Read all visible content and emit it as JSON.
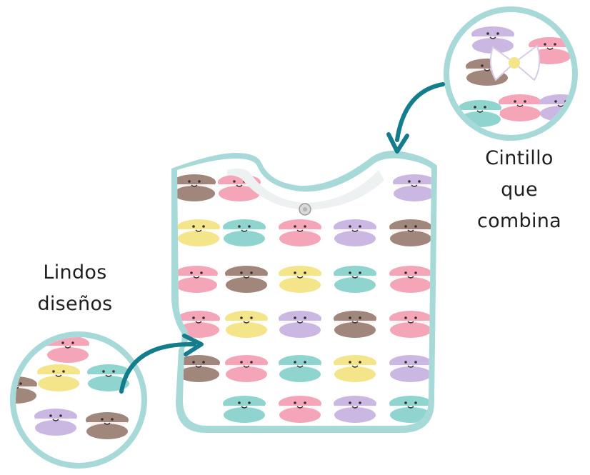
{
  "captions": {
    "left_line1": "Lindos",
    "left_line2": "diseños",
    "right_line1": "Cintillo",
    "right_line2": "que",
    "right_line3": "combina"
  },
  "colors": {
    "trim": "#a7d9d8",
    "arrow": "#137d8c",
    "fabric": "#ffffff",
    "macaron_pink": "#f4a6b8",
    "macaron_mint": "#8fd4cf",
    "macaron_yellow": "#f4e48a",
    "macaron_lilac": "#cbb8e2",
    "macaron_brown": "#a0867b",
    "face": "#3a2f2f"
  },
  "product": {
    "item": "baby-bib",
    "pattern": "smiling-macarons"
  }
}
